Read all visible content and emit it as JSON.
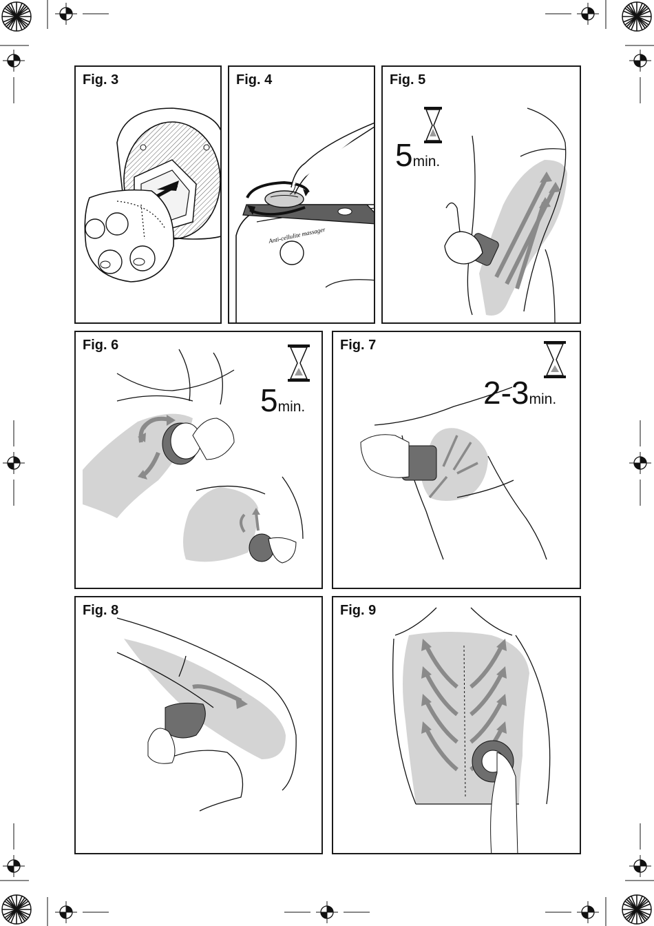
{
  "figures": [
    {
      "label": "Fig. 3"
    },
    {
      "label": "Fig. 4",
      "device_text": "Anti-cellulite massager"
    },
    {
      "label": "Fig. 5",
      "time": "5",
      "unit": "min."
    },
    {
      "label": "Fig. 6",
      "time": "5",
      "unit": "min."
    },
    {
      "label": "Fig. 7",
      "time": "2-3",
      "unit": "min."
    },
    {
      "label": "Fig. 8"
    },
    {
      "label": "Fig. 9"
    }
  ],
  "colors": {
    "ink": "#1a1a1a",
    "shade": "#d4d4d4",
    "arrow": "#8a8a8a",
    "device": "#6e6e6e"
  }
}
